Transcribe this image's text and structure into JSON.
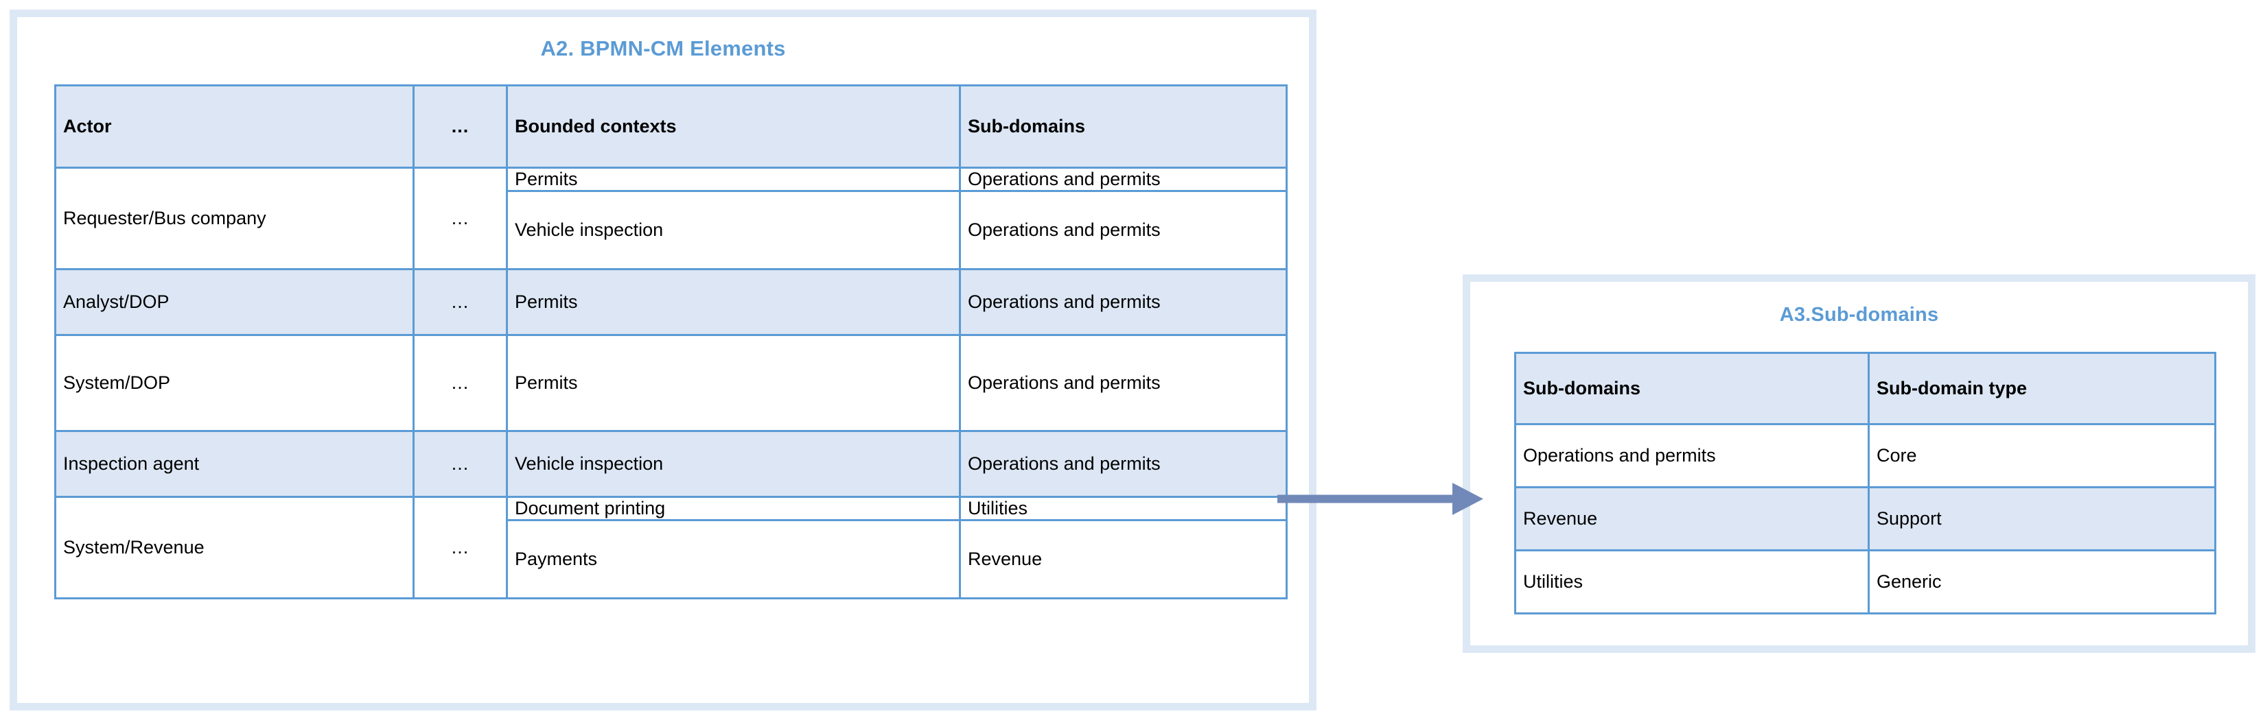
{
  "colors": {
    "accent": "#5b9bd5",
    "panel_border": "#dde8f5",
    "header_fill": "#dce6f4",
    "row_shade": "#dce6f4",
    "arrow": "#7189b8",
    "text": "#000000"
  },
  "panel_a2": {
    "title": "A2. BPMN-CM Elements",
    "table": {
      "headers": [
        "Actor",
        "...",
        "Bounded contexts",
        "Sub-domains"
      ],
      "rows": [
        {
          "actor": "Requester/Bus company",
          "dots": "...",
          "shaded": false,
          "entries": [
            {
              "bounded_context": "Permits",
              "sub_domain": "Operations and permits"
            },
            {
              "bounded_context": "Vehicle inspection",
              "sub_domain": "Operations and permits"
            }
          ]
        },
        {
          "actor": "Analyst/DOP",
          "dots": "...",
          "shaded": true,
          "entries": [
            {
              "bounded_context": "Permits",
              "sub_domain": "Operations and permits"
            }
          ]
        },
        {
          "actor": "System/DOP",
          "dots": "...",
          "shaded": false,
          "entries": [
            {
              "bounded_context": "Permits",
              "sub_domain": "Operations and permits"
            }
          ]
        },
        {
          "actor": "Inspection agent",
          "dots": "...",
          "shaded": true,
          "entries": [
            {
              "bounded_context": "Vehicle inspection",
              "sub_domain": "Operations and permits"
            }
          ]
        },
        {
          "actor": "System/Revenue",
          "dots": "...",
          "shaded": false,
          "entries": [
            {
              "bounded_context": "Document printing",
              "sub_domain": "Utilities"
            },
            {
              "bounded_context": "Payments",
              "sub_domain": "Revenue"
            }
          ]
        }
      ]
    }
  },
  "panel_a3": {
    "title": "A3.Sub-domains",
    "table": {
      "headers": [
        "Sub-domains",
        "Sub-domain type"
      ],
      "rows": [
        {
          "sub_domain": "Operations and permits",
          "sub_domain_type": "Core",
          "shaded": false
        },
        {
          "sub_domain": "Revenue",
          "sub_domain_type": "Support",
          "shaded": true
        },
        {
          "sub_domain": "Utilities",
          "sub_domain_type": "Generic",
          "shaded": false
        }
      ]
    }
  },
  "connector": {
    "icon": "arrow-right-icon",
    "from": "A2. BPMN-CM Elements",
    "to": "A3.Sub-domains"
  }
}
